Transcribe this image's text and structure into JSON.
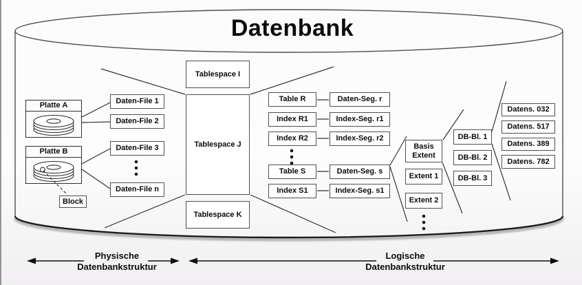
{
  "title": "Datenbank",
  "physical": {
    "disk_a": "Platte A",
    "disk_b": "Platte B",
    "block": "Block",
    "files": [
      "Daten-File 1",
      "Daten-File 2",
      "Daten-File 3",
      "Daten-File n"
    ]
  },
  "tablespaces": {
    "i": "Tablespace I",
    "j": "Tablespace J",
    "k": "Tablespace K"
  },
  "logical": {
    "objects": [
      "Table R",
      "Index R1",
      "Index R2",
      "Table S",
      "Index S1"
    ],
    "segments": [
      "Daten-Seg. r",
      "Index-Seg. r1",
      "Index-Seg. r2",
      "Daten-Seg. s",
      "Index-Seg. s1"
    ],
    "extents": [
      "Basis Extent",
      "Extent 1",
      "Extent 2"
    ],
    "blocks": [
      "DB-Bl. 1",
      "DB-Bl. 2",
      "DB-Bl. 3"
    ],
    "records": [
      "Datens. 032",
      "Datens. 517",
      "Datens. 389",
      "Datens. 782"
    ]
  },
  "legend": {
    "physical_line1": "Physische",
    "physical_line2": "Datenbankstruktur",
    "logical_line1": "Logische",
    "logical_line2": "Datenbankstruktur"
  },
  "colors": {
    "line": "#333333",
    "box_border": "#4f4f4f",
    "text": "#0b0b0b"
  }
}
